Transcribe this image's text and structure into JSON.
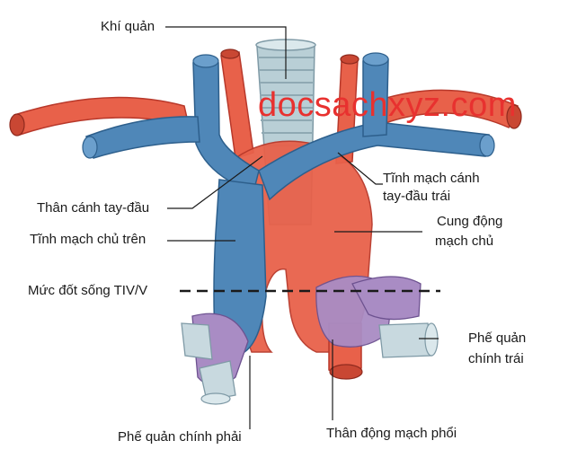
{
  "labels": {
    "trachea": "Khí quản",
    "left_brachiocephalic_vein_1": "Tĩnh mạch cánh",
    "left_brachiocephalic_vein_2": "tay-đầu trái",
    "brachiocephalic_trunk": "Thân cánh tay-đầu",
    "aortic_arch_1": "Cung động",
    "aortic_arch_2": "mạch chủ",
    "superior_vena_cava": "Tĩnh mạch chủ trên",
    "vertebral_level": "Mức đốt sống TIV/V",
    "left_main_bronchus_1": "Phế quản",
    "left_main_bronchus_2": "chính trái",
    "right_main_bronchus": "Phế quản chính phải",
    "pulmonary_trunk": "Thân động mạch phổi"
  },
  "watermark": "docsachxyz.com",
  "colors": {
    "vein": "#4f87b8",
    "vein_dark": "#2d5f8c",
    "artery": "#e8614a",
    "artery_dark": "#b8382a",
    "trachea": "#b9cfd6",
    "bronchus_purple": "#a98cc4",
    "watermark": "#e8312f"
  }
}
